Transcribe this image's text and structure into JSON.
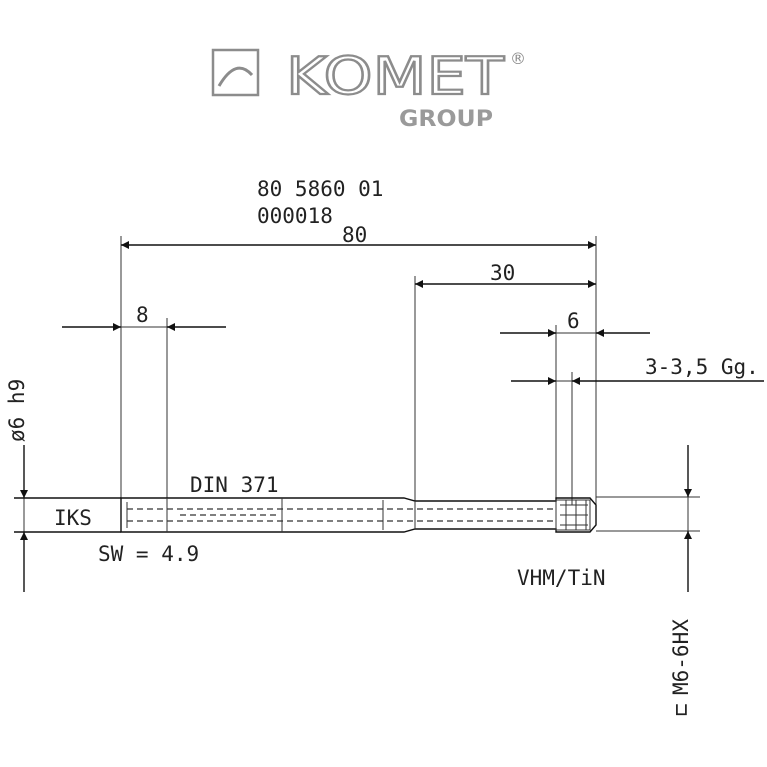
{
  "logo": {
    "brand": "KOMET",
    "group": "GROUP",
    "registered": "®"
  },
  "drawing": {
    "article_number": "80 5860 01",
    "code": "000018",
    "overall_length": "80",
    "thread_length": "30",
    "tip_length": "6",
    "shank_length": "8",
    "thread_turns": "3-3,5 Gg.",
    "shank_diameter": "ø6 h9",
    "thread_spec": "M6-6HX",
    "standard": "DIN 371",
    "shank_type": "IKS",
    "wrench_size": "SW = 4.9",
    "material": "VHM/TiN"
  },
  "colors": {
    "line": "#111111",
    "logo": "#9a9a9a",
    "text": "#222222"
  }
}
